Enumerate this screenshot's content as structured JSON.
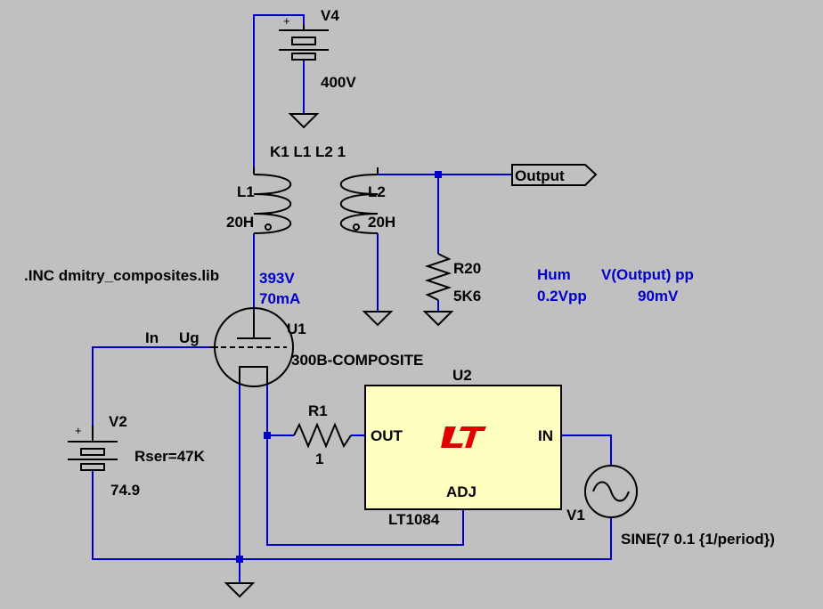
{
  "v4": {
    "name": "V4",
    "value": "400V"
  },
  "coupling": "K1 L1 L2 1",
  "l1": {
    "name": "L1",
    "value": "20H"
  },
  "l2": {
    "name": "L2",
    "value": "20H"
  },
  "output_label": "Output",
  "include": ".INC dmitry_composites.lib",
  "op_point": {
    "voltage": "393V",
    "current": "70mA"
  },
  "r20": {
    "name": "R20",
    "value": "5K6"
  },
  "hum": {
    "title": "Hum",
    "value": "0.2Vpp"
  },
  "vout": {
    "title": "V(Output) pp",
    "value": "90mV"
  },
  "u1": {
    "name": "U1",
    "model": "300B-COMPOSITE",
    "pin_in": "In",
    "pin_ug": "Ug"
  },
  "u2": {
    "name": "U2",
    "pin_out": "OUT",
    "pin_in": "IN",
    "pin_adj": "ADJ",
    "part": "LT1084"
  },
  "r1": {
    "name": "R1",
    "value": "1"
  },
  "v2": {
    "name": "V2",
    "rser": "Rser=47K",
    "value": "74.9"
  },
  "v1": {
    "name": "V1",
    "value": "SINE(7 0.1 {1/period})"
  },
  "colors": {
    "background": "#c0c0c0",
    "wire": "#0000c8",
    "component": "#000000",
    "ic_body": "#ffffc0",
    "lt_logo": "#e00000"
  }
}
